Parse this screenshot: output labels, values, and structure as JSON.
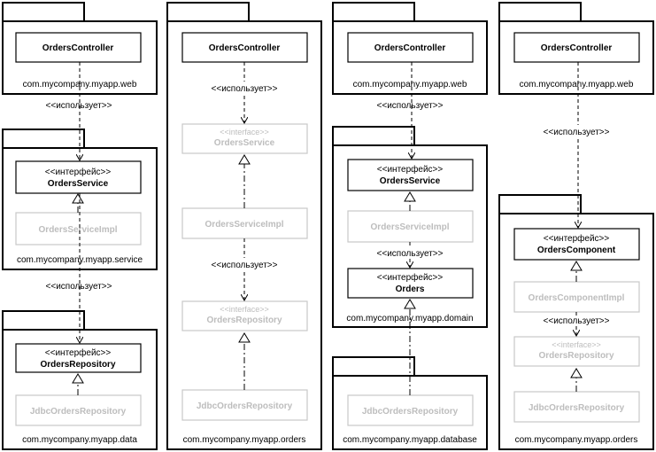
{
  "stereotypes": {
    "uses": "<<использует>>",
    "interface_ru": "<<интерфейс>>",
    "interface_en": "<<interface>>"
  },
  "col1": {
    "controller": "OrdersController",
    "web_pkg": "com.mycompany.myapp.web",
    "service": "OrdersService",
    "service_impl": "OrdersServiceImpl",
    "service_pkg": "com.mycompany.myapp.service",
    "repository": "OrdersRepository",
    "repo_impl": "JdbcOrdersRepository",
    "data_pkg": "com.mycompany.myapp.data"
  },
  "col2": {
    "controller": "OrdersController",
    "service": "OrdersService",
    "service_impl": "OrdersServiceImpl",
    "repository": "OrdersRepository",
    "repo_impl": "JdbcOrdersRepository",
    "orders_pkg": "com.mycompany.myapp.orders"
  },
  "col3": {
    "controller": "OrdersController",
    "web_pkg": "com.mycompany.myapp.web",
    "service": "OrdersService",
    "service_impl": "OrdersServiceImpl",
    "orders": "Orders",
    "domain_pkg": "com.mycompany.myapp.domain",
    "repo_impl": "JdbcOrdersRepository",
    "database_pkg": "com.mycompany.myapp.database"
  },
  "col4": {
    "controller": "OrdersController",
    "web_pkg": "com.mycompany.myapp.web",
    "component": "OrdersComponent",
    "component_impl": "OrdersComponentImpl",
    "repository": "OrdersRepository",
    "repo_impl": "JdbcOrdersRepository",
    "orders_pkg": "com.mycompany.myapp.orders"
  }
}
